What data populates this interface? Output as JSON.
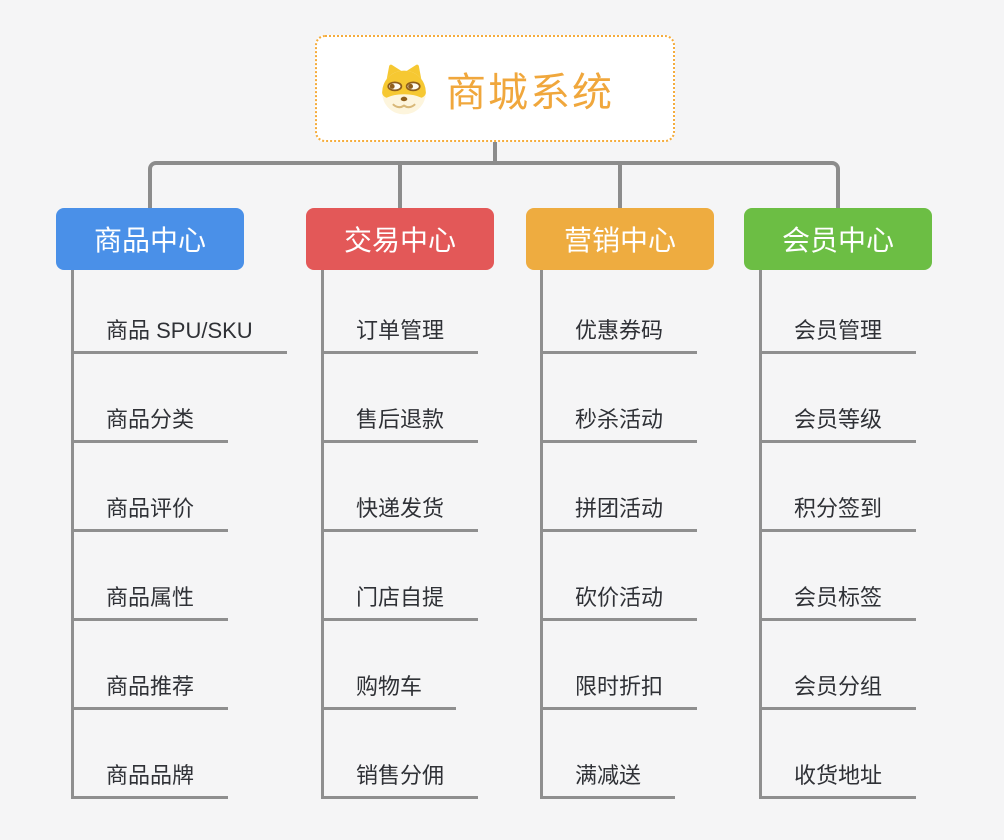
{
  "page": {
    "background_color": "#f5f5f6",
    "connector_color": "#8c8c8c"
  },
  "root": {
    "title": "商城系统",
    "icon": "doge-icon",
    "title_color": "#f0a73c",
    "border_color": "#f5ac3c"
  },
  "branches": [
    {
      "label": "商品中心",
      "color": "#4a90e8",
      "items": [
        "商品 SPU/SKU",
        "商品分类",
        "商品评价",
        "商品属性",
        "商品推荐",
        "商品品牌"
      ]
    },
    {
      "label": "交易中心",
      "color": "#e35858",
      "items": [
        "订单管理",
        "售后退款",
        "快递发货",
        "门店自提",
        "购物车",
        "销售分佣"
      ]
    },
    {
      "label": "营销中心",
      "color": "#eeac40",
      "items": [
        "优惠券码",
        "秒杀活动",
        "拼团活动",
        "砍价活动",
        "限时折扣",
        "满减送"
      ]
    },
    {
      "label": "会员中心",
      "color": "#6cbe44",
      "items": [
        "会员管理",
        "会员等级",
        "积分签到",
        "会员标签",
        "会员分组",
        "收货地址"
      ]
    }
  ]
}
